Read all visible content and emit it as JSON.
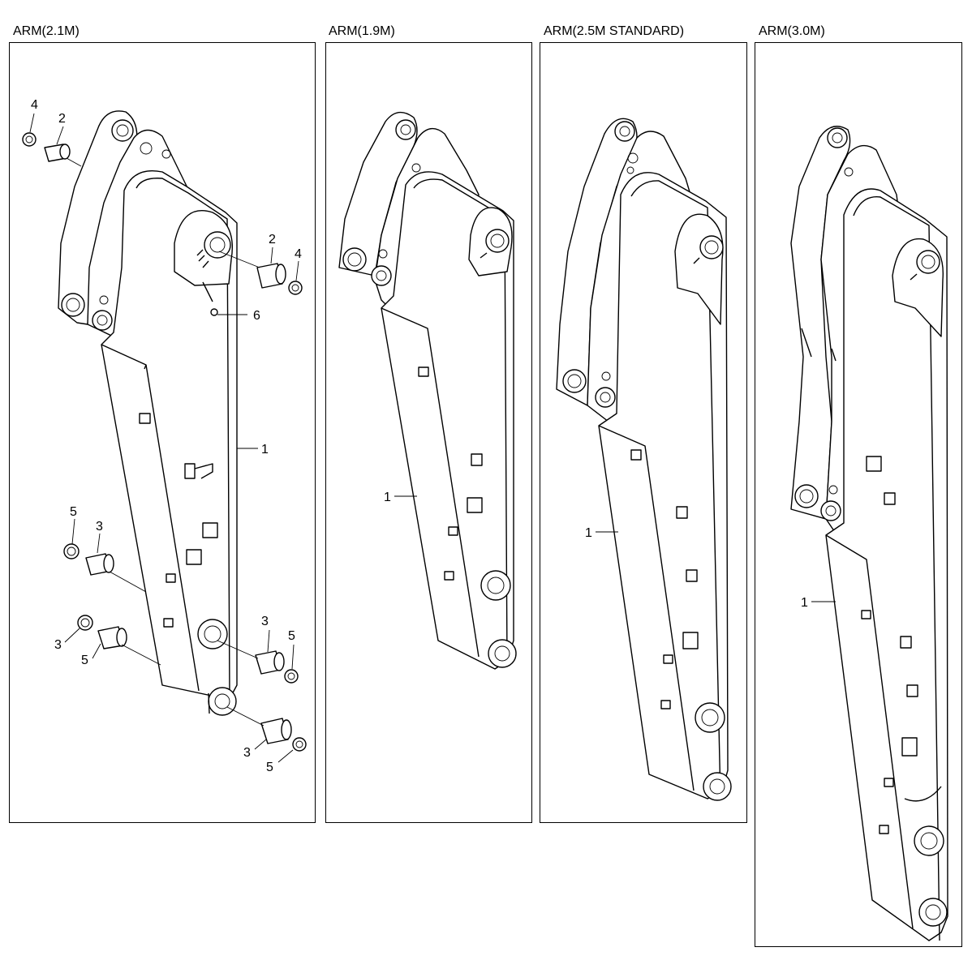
{
  "panels": [
    {
      "title": "ARM(2.1M)",
      "callouts": [
        "4",
        "2",
        "2",
        "4",
        "6",
        "1",
        "5",
        "3",
        "5",
        "3",
        "3",
        "5",
        "3",
        "5"
      ]
    },
    {
      "title": "ARM(1.9M)",
      "callouts": [
        "1"
      ]
    },
    {
      "title": "ARM(2.5M STANDARD)",
      "callouts": [
        "1"
      ]
    },
    {
      "title": "ARM(3.0M)",
      "callouts": [
        "1"
      ]
    }
  ]
}
